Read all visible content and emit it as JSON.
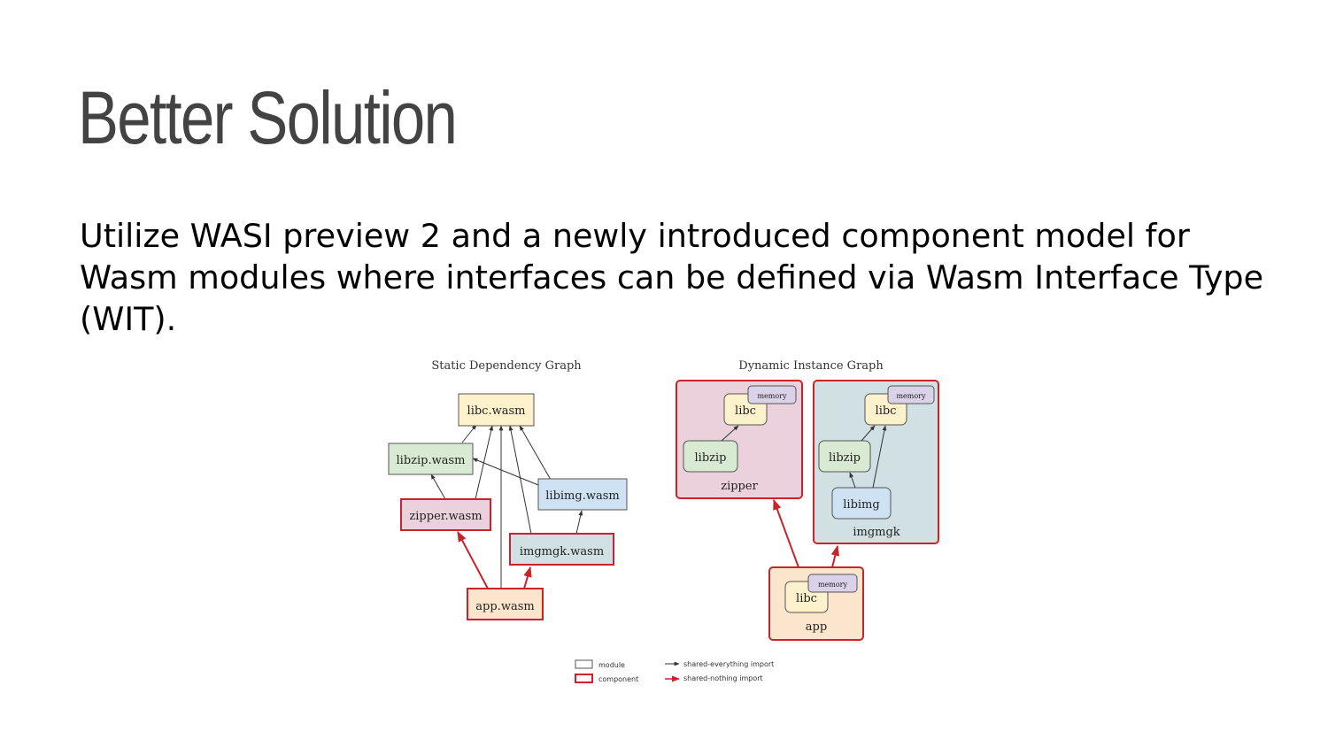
{
  "slide": {
    "title": "Better Solution",
    "body": "Utilize WASI preview 2 and a newly introduced component model for Wasm modules where interfaces can be defined via Wasm Interface Type (WIT)."
  },
  "static_graph": {
    "title": "Static Dependency Graph",
    "nodes": {
      "libc": "libc.wasm",
      "libzip": "libzip.wasm",
      "libimg": "libimg.wasm",
      "zipper": "zipper.wasm",
      "imgmgk": "imgmgk.wasm",
      "app": "app.wasm"
    }
  },
  "dynamic_graph": {
    "title": "Dynamic Instance Graph",
    "zipper": {
      "label": "zipper",
      "libc": "libc",
      "memory": "memory",
      "libzip": "libzip"
    },
    "imgmgk": {
      "label": "imgmgk",
      "libc": "libc",
      "memory": "memory",
      "libzip": "libzip",
      "libimg": "libimg"
    },
    "app": {
      "label": "app",
      "libc": "libc",
      "memory": "memory"
    }
  },
  "legend": {
    "module": "module",
    "component": "component",
    "shared_everything": "shared-everything import",
    "shared_nothing": "shared-nothing import"
  },
  "colors": {
    "title": "#434343",
    "component_border": "#cc2229",
    "module_border": "#555555",
    "libc_fill": "#fdf2cc",
    "libzip_fill": "#d9ead3",
    "libimg_fill": "#cfe2f3",
    "zipper_fill": "#ead1dc",
    "imgmgk_fill": "#d0e0e3",
    "app_fill": "#fce5cd",
    "memory_fill": "#d9d2e9"
  }
}
